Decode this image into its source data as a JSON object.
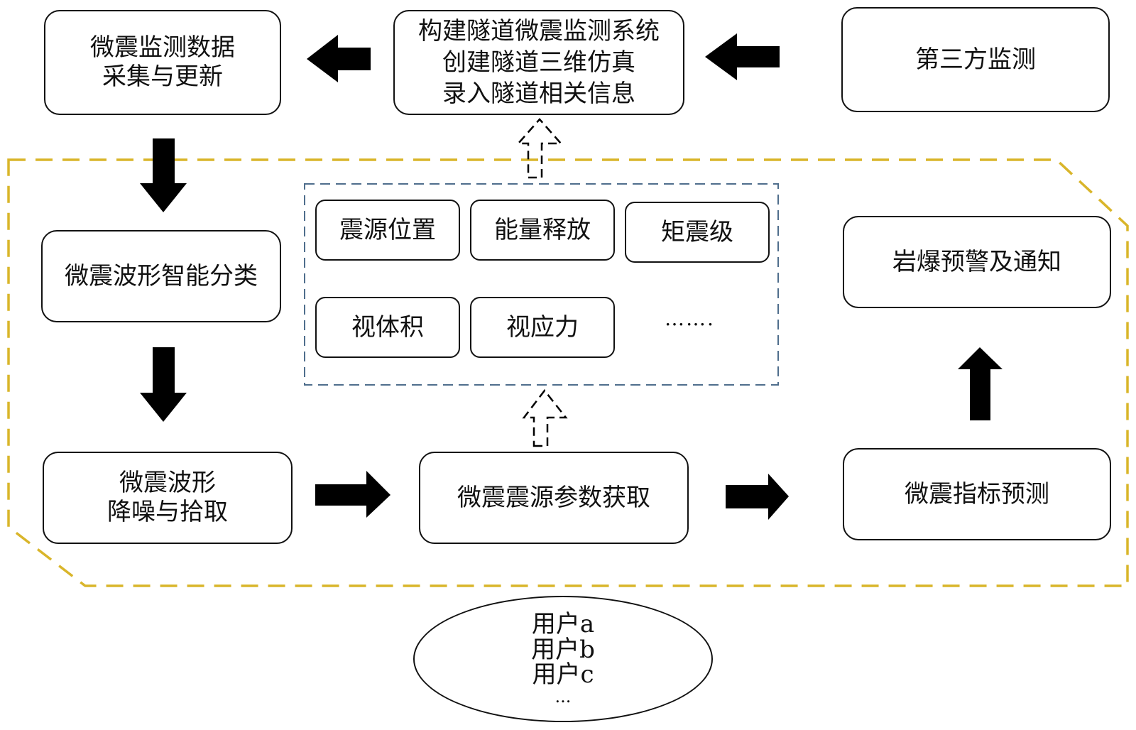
{
  "colors": {
    "box_border": "#111111",
    "arrow_fill": "#000000",
    "outer_group_border": "#D9B52A",
    "inner_group_border": "#4F6E8C"
  },
  "boxes": {
    "data_collection": {
      "lines": [
        "微震监测数据",
        "采集与更新"
      ]
    },
    "build_system": {
      "lines": [
        "构建隧道微震监测系统",
        "创建隧道三维仿真",
        "录入隧道相关信息"
      ]
    },
    "third_party": {
      "lines": [
        "第三方监测"
      ]
    },
    "waveform_classification": {
      "lines": [
        "微震波形智能分类"
      ]
    },
    "denoise_pick": {
      "lines": [
        "微震波形",
        "降噪与拾取"
      ]
    },
    "source_params": {
      "lines": [
        "微震震源参数获取"
      ]
    },
    "indicator_prediction": {
      "lines": [
        "微震指标预测"
      ]
    },
    "rockburst_warning": {
      "lines": [
        "岩爆预警及通知"
      ]
    }
  },
  "parameters": {
    "items": [
      "震源位置",
      "能量释放",
      "矩震级",
      "视体积",
      "视应力"
    ],
    "more": "……."
  },
  "users": {
    "lines": [
      "用户a",
      "用户b",
      "用户c",
      "..."
    ]
  },
  "arrows": [
    {
      "name": "third-party-to-system",
      "direction": "left",
      "style": "solid"
    },
    {
      "name": "system-to-data-collection",
      "direction": "left",
      "style": "solid"
    },
    {
      "name": "data-collection-to-classification",
      "direction": "down",
      "style": "solid"
    },
    {
      "name": "classification-to-denoise",
      "direction": "down",
      "style": "solid"
    },
    {
      "name": "denoise-to-source-params",
      "direction": "right",
      "style": "solid"
    },
    {
      "name": "source-params-to-prediction",
      "direction": "right",
      "style": "solid"
    },
    {
      "name": "prediction-to-warning",
      "direction": "up",
      "style": "solid"
    },
    {
      "name": "source-params-to-parameters",
      "direction": "up",
      "style": "dashed"
    },
    {
      "name": "group-to-system",
      "direction": "up",
      "style": "dashed"
    }
  ]
}
